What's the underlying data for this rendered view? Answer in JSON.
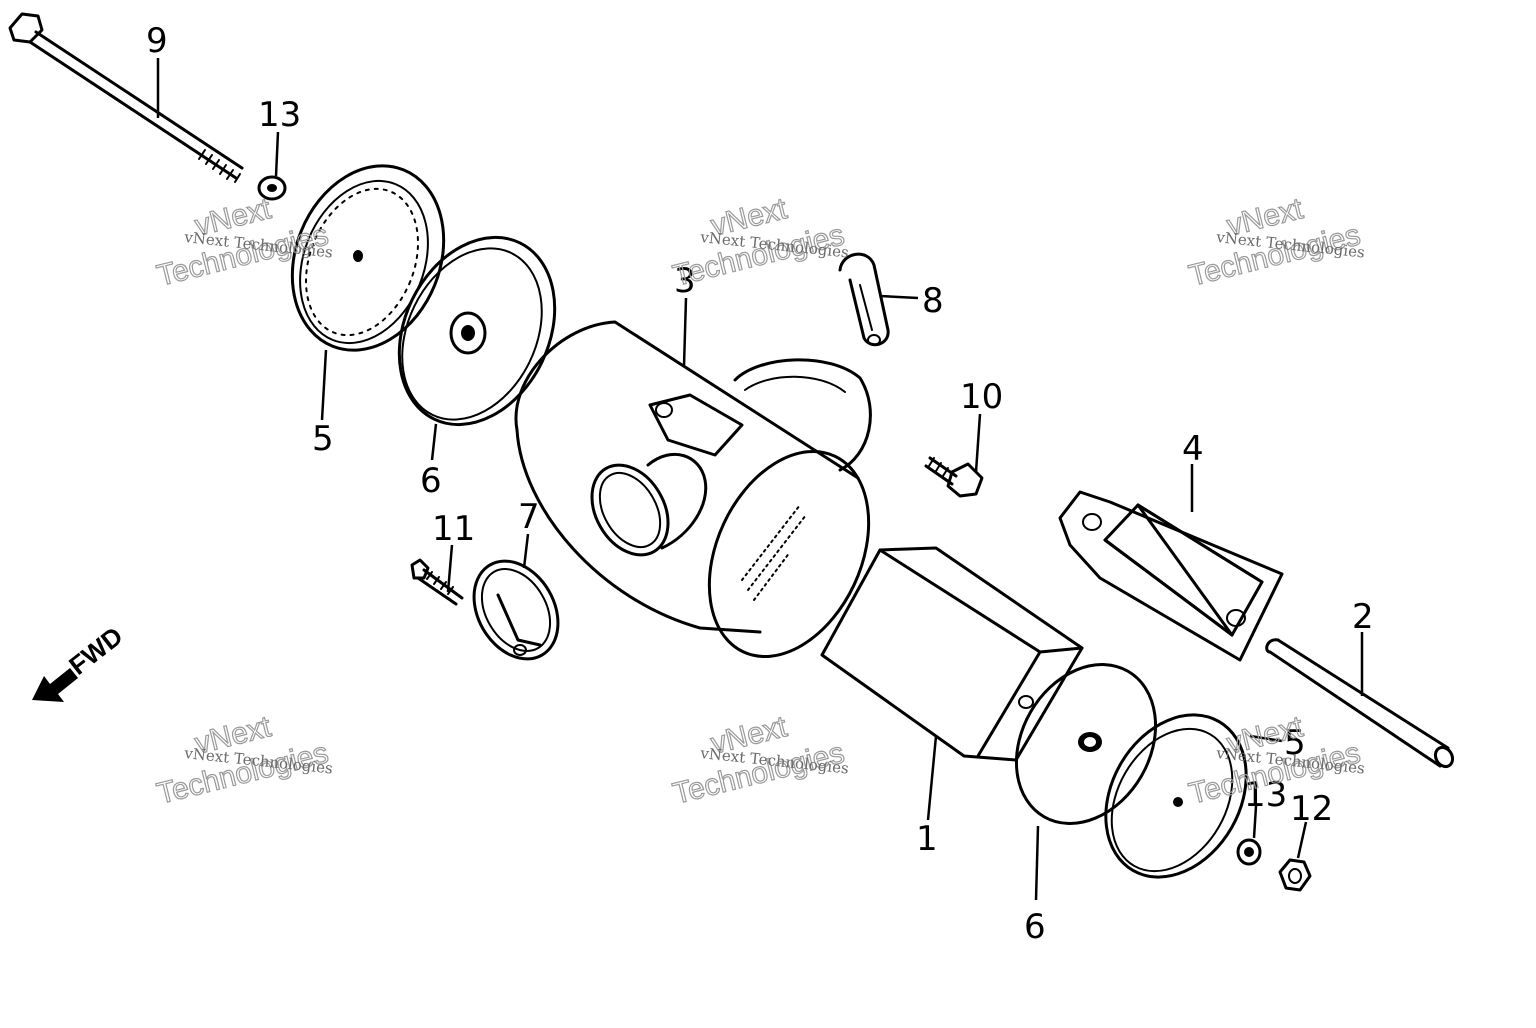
{
  "diagram": {
    "direction_label": "FWD",
    "watermarks": {
      "line1": "vNext",
      "line2": "Technologies",
      "caption": "vNext Technologies"
    },
    "callouts": [
      "9",
      "13",
      "5",
      "6",
      "3",
      "8",
      "10",
      "4",
      "11",
      "7",
      "2",
      "1",
      "6",
      "5",
      "13",
      "12"
    ]
  }
}
